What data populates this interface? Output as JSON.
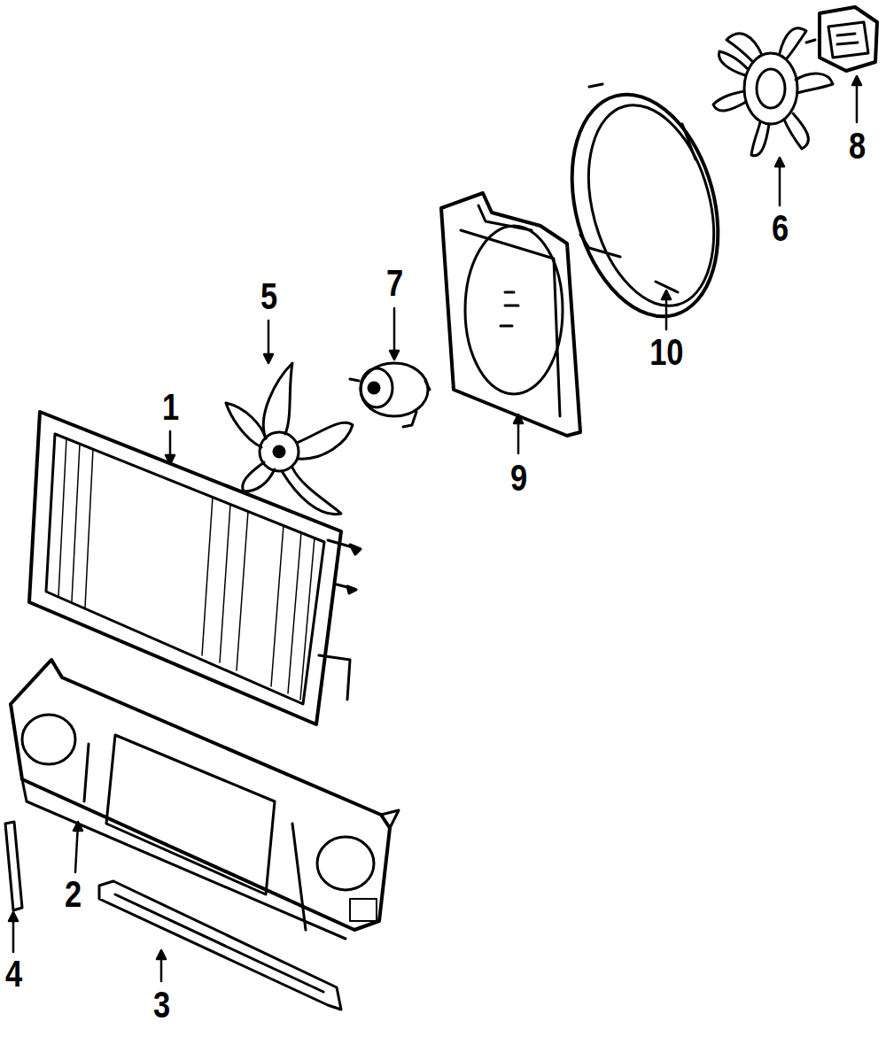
{
  "diagram": {
    "labels": [
      "8",
      "6",
      "5",
      "7",
      "10",
      "1",
      "9",
      "2",
      "4",
      "3"
    ]
  }
}
